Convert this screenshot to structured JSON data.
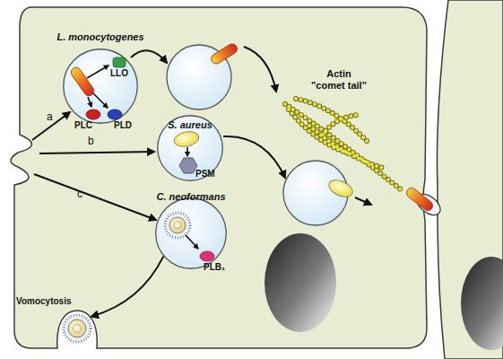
{
  "diagram": {
    "nodes": [
      {
        "text": [
          "L. monocytogenes"
        ]
      },
      {
        "text": [
          "LLO"
        ],
        "in": 0
      },
      {
        "text": [
          "PLC"
        ],
        "in": 0
      },
      {
        "text": [
          "PLD"
        ],
        "in": 0
      },
      {
        "text": [
          "S. aureus"
        ]
      },
      {
        "text": [
          "PSM"
        ],
        "in": 4
      },
      {
        "text": [
          "C. neoformans"
        ]
      },
      {
        "text": [
          "PLB₁"
        ],
        "in": 6
      },
      {
        "text": [
          "Vomocytosis"
        ]
      }
    ],
    "edges": [
      {
        "from": 6,
        "to": 8,
        "arrow": "to"
      }
    ],
    "labels": [
      "a",
      "b",
      "c",
      "Actin \"comet tail\""
    ]
  }
}
